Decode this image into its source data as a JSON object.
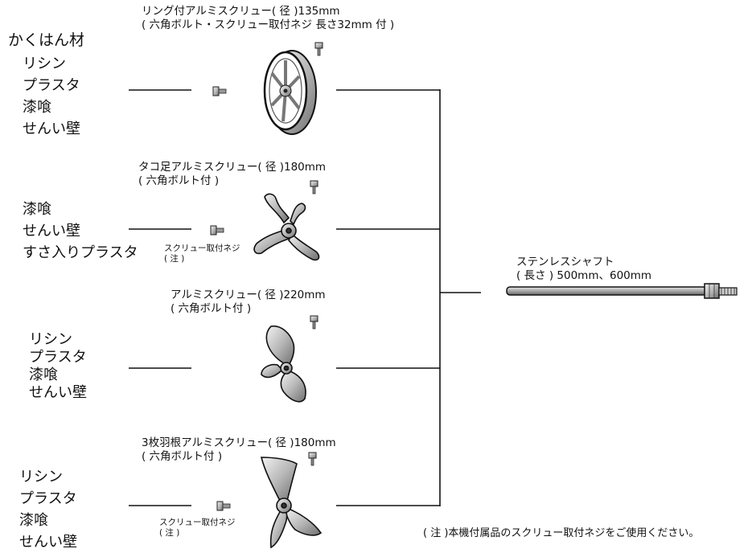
{
  "heading": "かくはん材",
  "rows": [
    {
      "materials": [
        "リシン",
        "プラスタ",
        "漆喰",
        "せんい壁"
      ],
      "caption": [
        "リング付アルミスクリュー( 径 )135mm",
        "( 六角ボルト・スクリュー取付ネジ  長さ32mm  付 )"
      ],
      "screw_name": "ring-screw"
    },
    {
      "materials": [
        "漆喰",
        "せんい壁",
        "すさ入りプラスタ"
      ],
      "caption": [
        "タコ足アルミスクリュー( 径 )180mm",
        "( 六角ボルト付 )"
      ],
      "nut_label": [
        "スクリュー取付ネジ",
        "( 注 )"
      ],
      "screw_name": "octopus-screw"
    },
    {
      "materials": [
        "リシン",
        "プラスタ",
        "漆喰",
        "せんい壁"
      ],
      "caption": [
        "アルミスクリュー( 径 )220mm",
        "( 六角ボルト付 )"
      ],
      "screw_name": "propeller-screw"
    },
    {
      "materials": [
        "リシン",
        "プラスタ",
        "漆喰",
        "せんい壁"
      ],
      "caption": [
        "3枚羽根アルミスクリュー( 径 )180mm",
        "( 六角ボルト付 )"
      ],
      "nut_label": [
        "スクリュー取付ネジ",
        "( 注 )"
      ],
      "screw_name": "three-blade-screw"
    }
  ],
  "shaft": {
    "caption": [
      "ステンレスシャフト",
      "( 長さ ) 500mm、600mm"
    ]
  },
  "footnote": "( 注 )本機付属品のスクリュー取付ネジをご使用ください。",
  "colors": {
    "line": "#111111",
    "metal": "#bdbdbd",
    "metal_dark": "#6e6e6e"
  }
}
